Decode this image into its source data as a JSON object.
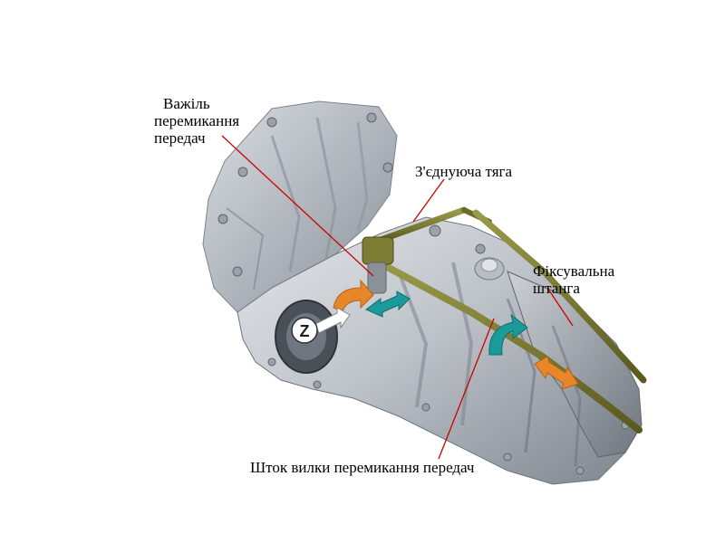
{
  "labels": {
    "lever": [
      "Важіль",
      "перемикання",
      "передач"
    ],
    "link": "З'єднуюча тяга",
    "fix": [
      "Фіксувальна",
      "штанга"
    ],
    "fork": "Шток вилки перемикання передач"
  },
  "badge": "Z",
  "colors": {
    "leader": "#cc0000",
    "rod": "#6b6a2a",
    "teal_arrow": "#1a9a9a",
    "orange_arrow": "#e8862a",
    "white_arrow": "#ffffff",
    "housing_light": "#d6dadf",
    "housing_mid": "#aab0b8",
    "housing_dark": "#6e757e"
  }
}
